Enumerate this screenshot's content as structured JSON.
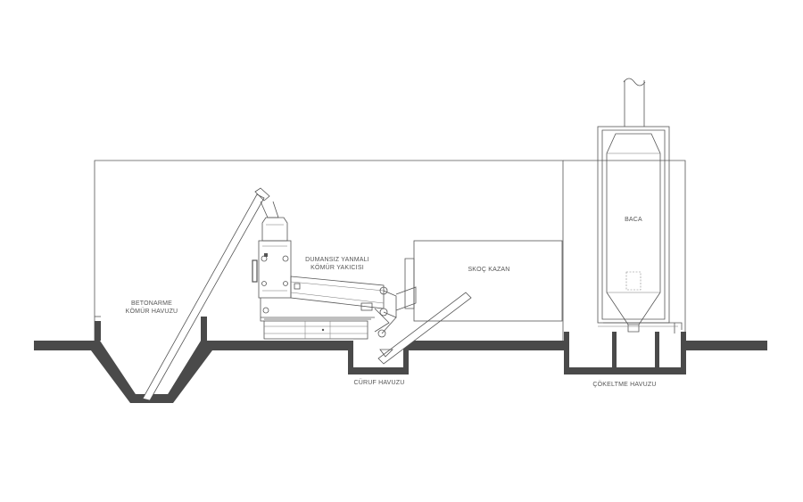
{
  "labels": {
    "coal_pit_line1": "BETONARME",
    "coal_pit_line2": "KÖMÜR HAVUZU",
    "burner_line1": "DUMANSIZ YANMALI",
    "burner_line2": "KÖMÜR YAKICISI",
    "boiler": "SKOÇ KAZAN",
    "chimney": "BACA",
    "slag_pit": "CÜRUF HAVUZU",
    "settling_pit": "ÇÖKELTME HAVUZU"
  },
  "colors": {
    "line": "#555555",
    "ground": "#4a4a4a",
    "background": "#ffffff"
  }
}
